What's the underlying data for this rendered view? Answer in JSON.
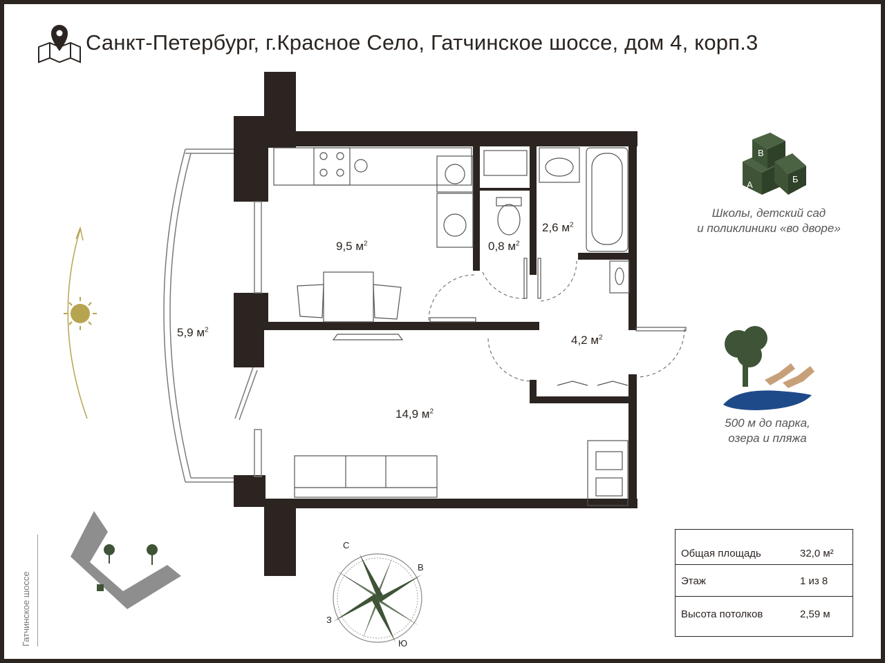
{
  "header": {
    "address": "Санкт-Петербург, г.Красное Село, Гатчинское шоссе, дом 4, корп.3",
    "icon": "map-pin-icon"
  },
  "rooms": {
    "kitchen": "9,5 м",
    "toilet": "0,8 м",
    "bathroom": "2,6 м",
    "hall": "4,2 м",
    "loggia": "5,9 м",
    "living": "14,9 м",
    "unit_sup": "2"
  },
  "features": {
    "schools_line1": "Школы, детский сад",
    "schools_line2": "и поликлиники «во дворе»",
    "schools_icon": "alphabet-blocks-icon",
    "schools_letters": [
      "А",
      "Б",
      "В"
    ],
    "park_line1": "500 м до парка,",
    "park_line2": "озера и пляжа",
    "park_icon": "tree-lake-icon"
  },
  "street_label": "Гатчинское шоссе",
  "compass": {
    "n": "С",
    "e": "В",
    "s": "Ю",
    "w": "З",
    "icon": "compass-rose-icon"
  },
  "sun_icon": "sun-icon",
  "info": [
    {
      "label": "Общая площадь",
      "value": "32,0 м²"
    },
    {
      "label": "Этаж",
      "value": "1 из 8"
    },
    {
      "label": "Высота потолков",
      "value": "2,59 м"
    }
  ],
  "colors": {
    "wall": "#2b2420",
    "accent_green": "#3f5437",
    "sun": "#b7a450",
    "lake": "#1f4a8a"
  }
}
